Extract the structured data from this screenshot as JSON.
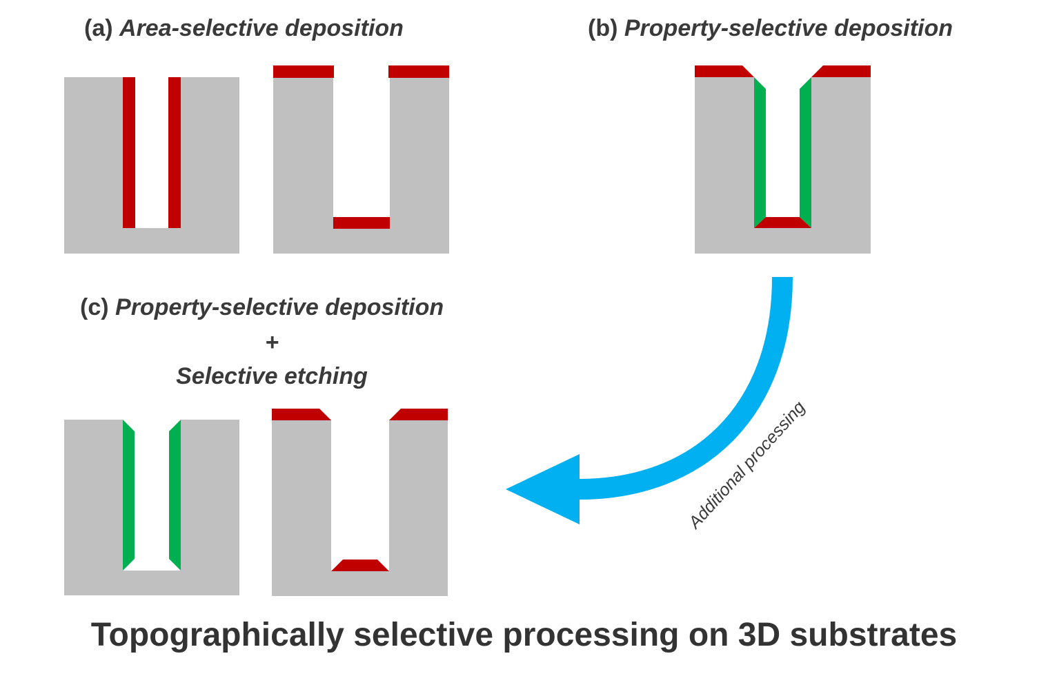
{
  "colors": {
    "substrate": "#c0c0c0",
    "red_film": "#c00000",
    "green_film": "#00b050",
    "arrow": "#00b0f0",
    "text": "#3a3a3a"
  },
  "panel_a": {
    "prefix": "(a)",
    "title": "Area-selective deposition"
  },
  "panel_b": {
    "prefix": "(b)",
    "title": "Property-selective deposition"
  },
  "panel_c": {
    "prefix": "(c)",
    "line1": "Property-selective deposition",
    "line2": "+",
    "line3": "Selective etching"
  },
  "arrow_label": "Additional processing",
  "footer_title": "Topographically selective processing on 3D substrates"
}
